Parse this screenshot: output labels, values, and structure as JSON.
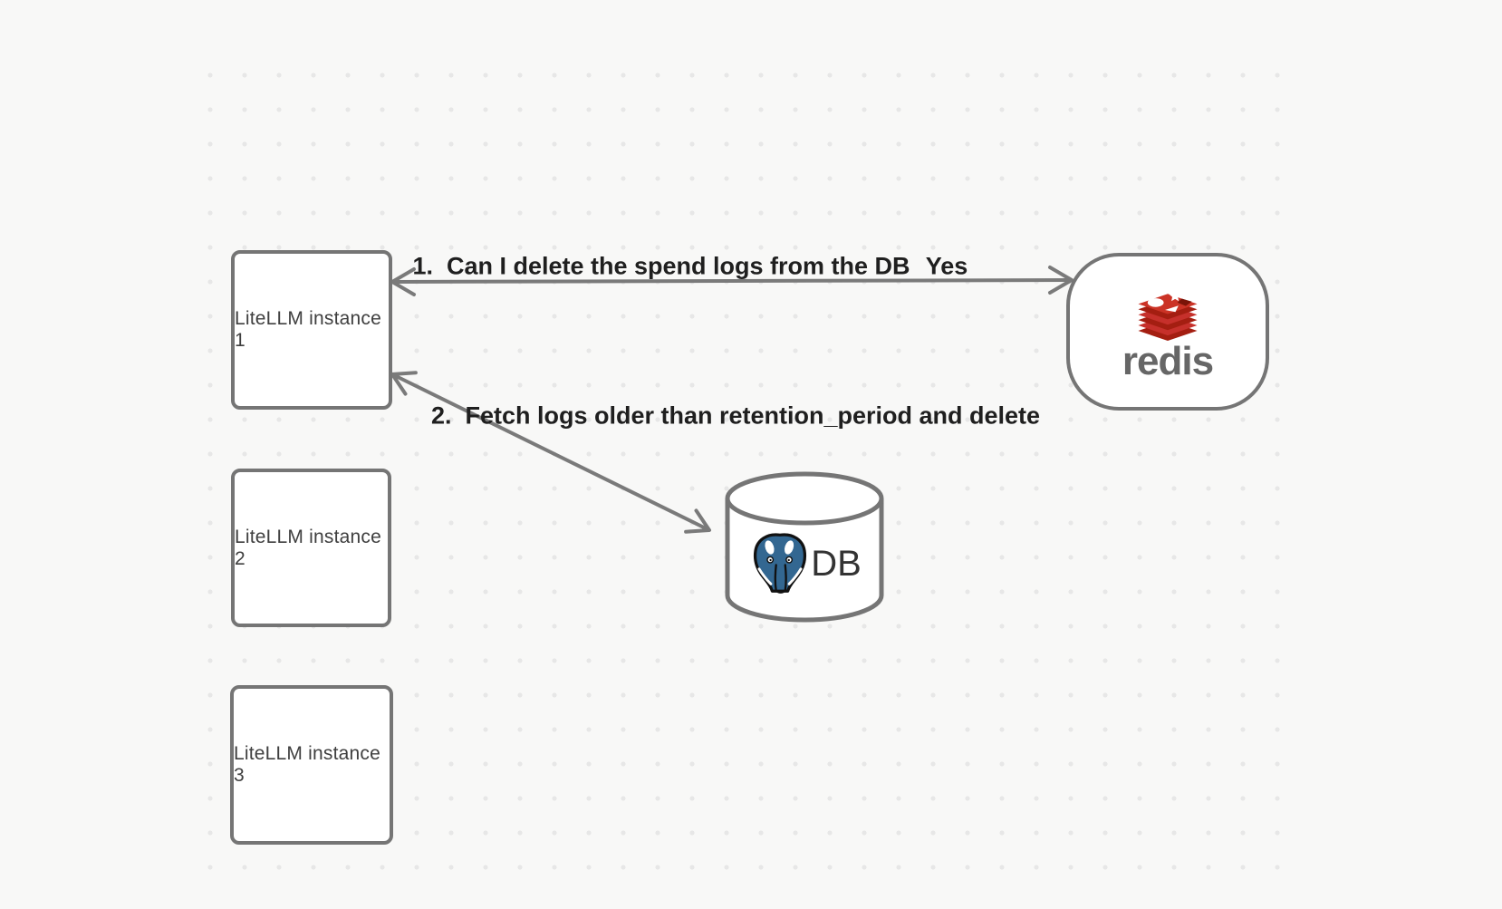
{
  "diagram": {
    "instances": [
      {
        "label": "LiteLLM instance 1"
      },
      {
        "label": "LiteLLM instance 2"
      },
      {
        "label": "LiteLLM instance 3"
      }
    ],
    "redis": {
      "wordmark": "redis"
    },
    "db": {
      "label": "DB"
    },
    "edges": [
      {
        "label": "1.  Can I delete the spend logs from the DB",
        "response": "Yes",
        "from": "LiteLLM instance 1",
        "to": "redis",
        "style": "bidirectional-arrow"
      },
      {
        "label": "2.  Fetch logs older than retention_period and delete",
        "from": "LiteLLM instance 1",
        "to": "DB",
        "style": "bidirectional-arrow"
      }
    ],
    "colors": {
      "background": "#f8f8f7",
      "dot": "#e7e7e7",
      "node_border": "#757575",
      "arrow": "#7a7a7a",
      "edge_label_text": "#1f1f1f",
      "node_text": "#3f3f3f",
      "redis_red": "#c6302b",
      "redis_dark_red": "#a41e11",
      "redis_wordmark_gray": "#666666",
      "postgres_blue": "#336791"
    }
  }
}
